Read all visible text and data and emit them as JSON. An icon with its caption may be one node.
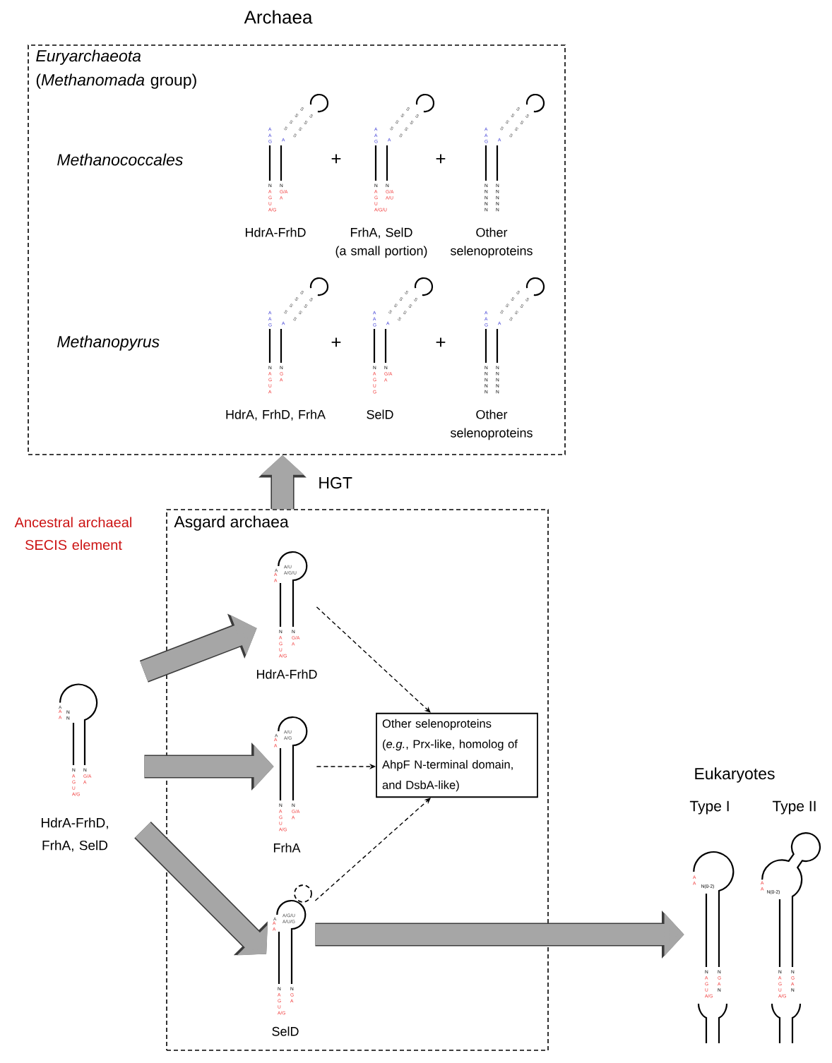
{
  "diagram": {
    "nodes": [
      {
        "text": [
          "Archaea",
          "*Euryarchaeota* (*Methanomada* group)"
        ]
      },
      {
        "text": [
          "A A G",
          "A",
          "S S S S",
          "S S S S",
          "N",
          "A G U A/G",
          "N",
          "G/A A",
          "HdrA-FrhD"
        ],
        "in": 0
      },
      {
        "text": [
          "A A G",
          "A",
          "S S S S",
          "S S S S",
          "N",
          "A G U A/G/U",
          "N",
          "G/A A/U",
          "FrhA, SelD",
          "(a small portion)"
        ],
        "in": 0
      },
      {
        "text": [
          "A A G",
          "A",
          "S S S S",
          "S S S S",
          "N N N N N",
          "N N N N N",
          "Other selenoproteins"
        ],
        "in": 0
      },
      {
        "text": [
          "A A G",
          "A",
          "S S S S",
          "S S S S",
          "N",
          "A G U A",
          "N",
          "G A",
          "HdrA, FrhD, FrhA"
        ],
        "in": 0
      },
      {
        "text": [
          "A A G",
          "A",
          "S S S S",
          "S S S S",
          "N",
          "A G U G",
          "N",
          "G/A A",
          "SelD"
        ],
        "in": 0
      },
      {
        "text": [
          "A A G",
          "A",
          "S S S S",
          "S S S S",
          "N N N N N",
          "N N N N N",
          "Other selenoproteins"
        ],
        "in": 0
      },
      {
        "text": [
          "Ancestral archaeal SECIS element",
          "A",
          "A A",
          "N N",
          "N",
          "A G U A/G",
          "N",
          "G/A A",
          "HdrA-FrhD, FrhA, SelD"
        ]
      },
      {
        "text": [
          "Asgard archaea"
        ]
      },
      {
        "text": [
          "A",
          "A A",
          "A/U A/G/U",
          "N",
          "A G U A/G",
          "N",
          "G/A A",
          "HdrA-FrhD"
        ],
        "in": 8
      },
      {
        "text": [
          "A",
          "A A",
          "A/U A/G",
          "N",
          "A G U A/G",
          "N",
          "G/A A",
          "FrhA"
        ],
        "in": 8
      },
      {
        "text": [
          "A",
          "A A",
          "A/G/U A/U/G",
          "N",
          "A G U A/G",
          "N",
          "G A",
          "SelD"
        ],
        "in": 8
      },
      {
        "text": [
          "Other selenoproteins",
          "(*e.g.*, Prx-like, homolog of AhpF N-terminal domain, and DsbA-like)"
        ],
        "in": 8
      },
      {
        "text": [
          "Eukaryotes"
        ]
      },
      {
        "text": [
          "Type I",
          "A A",
          "N(0-2)",
          "N",
          "A G U A/G",
          "N",
          "G A",
          "N"
        ]
      },
      {
        "text": [
          "Type II",
          "A A",
          "N(0-2)",
          "N",
          "A G U A/G",
          "N",
          "G A",
          "N"
        ]
      }
    ],
    "edges": [
      {
        "from": 8,
        "to": 0,
        "arrow": "to",
        "label": "HGT"
      },
      {
        "from": 7,
        "to": 9,
        "arrow": "to"
      },
      {
        "from": 7,
        "to": 10,
        "arrow": "to"
      },
      {
        "from": 7,
        "to": 11,
        "arrow": "to"
      },
      {
        "from": 9,
        "to": 12,
        "arrow": "to",
        "style": "dashed",
        "color": "#000000"
      },
      {
        "from": 10,
        "to": 12,
        "arrow": "to",
        "style": "dashed",
        "color": "#000000"
      },
      {
        "from": 11,
        "to": 12,
        "arrow": "to",
        "style": "dashed",
        "color": "#000000"
      },
      {
        "from": 11,
        "to": 14,
        "arrow": "to"
      }
    ],
    "labels": [
      "Methanococcales",
      "+",
      "+",
      "Methanopyrus",
      "+",
      "+"
    ]
  }
}
